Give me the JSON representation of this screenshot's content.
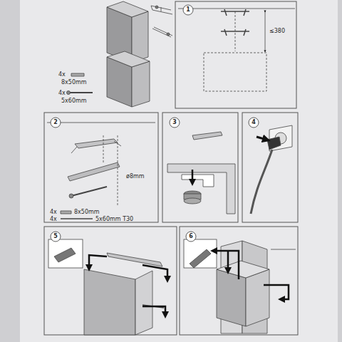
{
  "diagram": {
    "labels": [
      "4x",
      "8x50mm",
      "4x",
      "5x60mm",
      "1",
      "≤380",
      "2",
      "ø8mm",
      "3",
      "4",
      "4x",
      "8x50mm",
      "4x",
      "5x60mm T30",
      "5",
      "6"
    ]
  }
}
